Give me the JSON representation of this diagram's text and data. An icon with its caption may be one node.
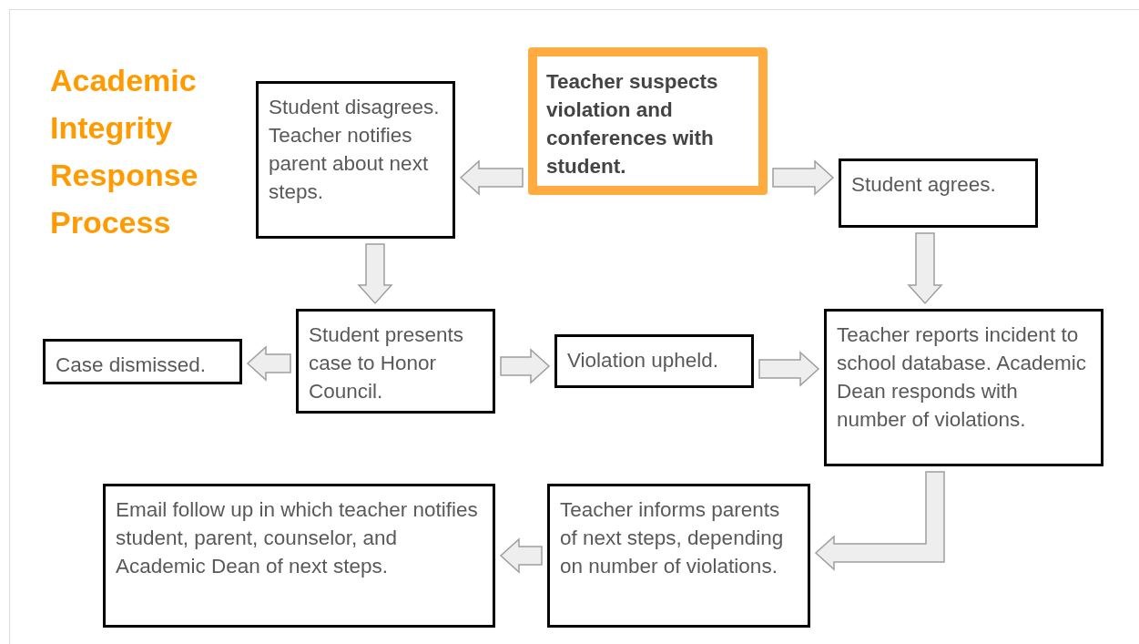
{
  "diagram": {
    "title": "Academic Integrity Response Process",
    "nodes": [
      {
        "text": [
          "Teacher suspects violation and conferences with student."
        ]
      },
      {
        "text": [
          "Student disagrees. Teacher notifies parent about next steps."
        ]
      },
      {
        "text": [
          "Student agrees."
        ]
      },
      {
        "text": [
          "Case dismissed."
        ]
      },
      {
        "text": [
          "Student presents case to Honor Council."
        ]
      },
      {
        "text": [
          "Violation upheld."
        ]
      },
      {
        "text": [
          "Teacher reports incident to school database. Academic Dean responds with number of violations."
        ]
      },
      {
        "text": [
          "Email follow up in which teacher notifies student, parent, counselor, and Academic Dean of next steps."
        ]
      },
      {
        "text": [
          "Teacher informs parents of next steps, depending on number of violations."
        ]
      }
    ],
    "edges": [
      {
        "from": 0,
        "to": 1,
        "arrow": "to"
      },
      {
        "from": 0,
        "to": 2,
        "arrow": "to"
      },
      {
        "from": 1,
        "to": 4,
        "arrow": "to"
      },
      {
        "from": 2,
        "to": 6,
        "arrow": "to"
      },
      {
        "from": 4,
        "to": 3,
        "arrow": "to"
      },
      {
        "from": 4,
        "to": 5,
        "arrow": "to"
      },
      {
        "from": 5,
        "to": 6,
        "arrow": "to"
      },
      {
        "from": 6,
        "to": 8,
        "arrow": "to"
      },
      {
        "from": 8,
        "to": 7,
        "arrow": "to"
      }
    ]
  }
}
